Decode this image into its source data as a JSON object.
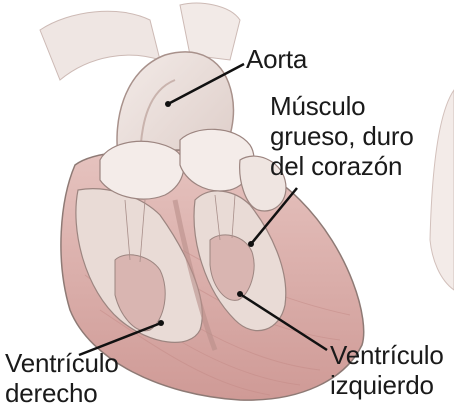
{
  "labels": {
    "aorta": "Aorta",
    "muscle": [
      "Músculo",
      "grueso, duro",
      "del corazón"
    ],
    "left_ventricle": [
      "Ventrículo",
      "izquierdo"
    ],
    "right_ventricle": [
      "Ventrículo",
      "derecho"
    ]
  },
  "colors": {
    "muscle_pink": "#d9a9a5",
    "tissue_light": "#eee2dd",
    "tissue_mid": "#d8c4be",
    "outline": "#8e7a75",
    "leader": "#111111"
  }
}
